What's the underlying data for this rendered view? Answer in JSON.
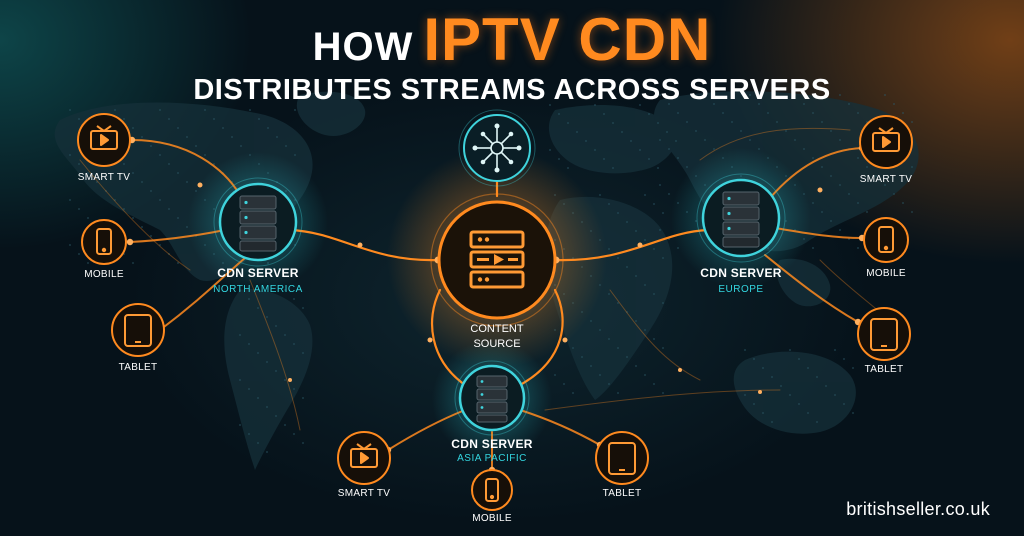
{
  "title": {
    "prefix": "HOW",
    "highlight": "IPTV CDN",
    "subtitle": "DISTRIBUTES STREAMS ACROSS SERVERS"
  },
  "source": {
    "line1": "CONTENT",
    "line2": "SOURCE",
    "hub_icon": "network-hub-icon"
  },
  "servers": [
    {
      "id": "na",
      "name": "CDN SERVER",
      "region": "NORTH AMERICA"
    },
    {
      "id": "eu",
      "name": "CDN SERVER",
      "region": "EUROPE"
    },
    {
      "id": "ap",
      "name": "CDN SERVER",
      "region": "ASIA PACIFIC"
    }
  ],
  "devices": {
    "na": [
      "SMART TV",
      "MOBILE",
      "TABLET"
    ],
    "eu": [
      "SMART TV",
      "MOBILE",
      "TABLET"
    ],
    "ap": [
      "SMART TV",
      "MOBILE",
      "TABLET"
    ]
  },
  "brand": "britishseller.co.uk",
  "colors": {
    "accent_orange": "#ff8a1f",
    "accent_cyan": "#33d6e0",
    "background": "#06121a"
  }
}
